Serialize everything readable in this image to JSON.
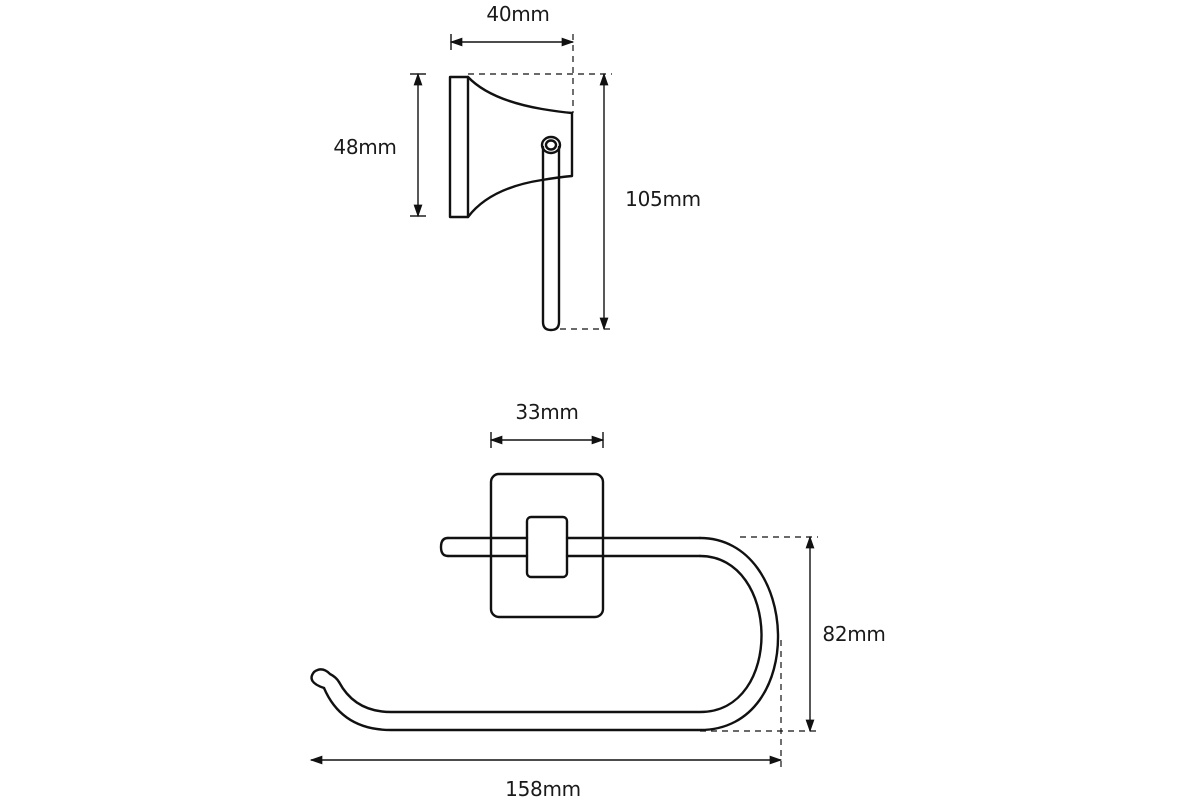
{
  "colors": {
    "line": "#111111",
    "text": "#1a1a1a",
    "background": "#ffffff"
  },
  "views": {
    "side": {
      "width_label": "40mm",
      "plate_height_label": "48mm",
      "total_height_label": "105mm"
    },
    "front": {
      "plate_width_label": "33mm",
      "depth_label": "82mm",
      "total_length_label": "158mm"
    }
  }
}
